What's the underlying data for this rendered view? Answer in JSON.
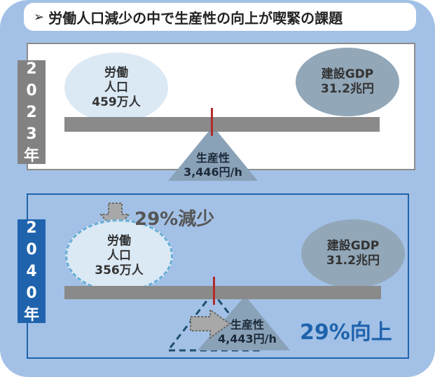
{
  "title": {
    "marker": "➢",
    "text": "労働人口減少の中で生産性の向上が喫緊の課題"
  },
  "panels": [
    {
      "year_chars": [
        "2",
        "0",
        "2",
        "3",
        "年"
      ],
      "labor_lines": [
        "労働",
        "人口",
        "459万人"
      ],
      "gdp_lines": [
        "建設GDP",
        "31.2兆円"
      ],
      "productivity_lines": [
        "生産性",
        "3,446円/h"
      ]
    },
    {
      "year_chars": [
        "2",
        "0",
        "4",
        "0",
        "年"
      ],
      "labor_lines": [
        "労働",
        "人口",
        "356万人"
      ],
      "gdp_lines": [
        "建設GDP",
        "31.2兆円"
      ],
      "productivity_lines": [
        "生産性",
        "4,443円/h"
      ],
      "reduction_label": "29%減少",
      "improvement_label": "29%向上"
    }
  ],
  "colors": {
    "frame": "#a3c1e6",
    "year_2023": "#828282",
    "year_2040": "#1f63ad",
    "labor_ellipse": "#dbe9f5",
    "gdp_ellipse": "#92a7b8",
    "beam": "#8a8a8a",
    "pin": "#b22a2a",
    "triangle": "#8aa2b8",
    "improvement_text": "#1f63ad"
  }
}
